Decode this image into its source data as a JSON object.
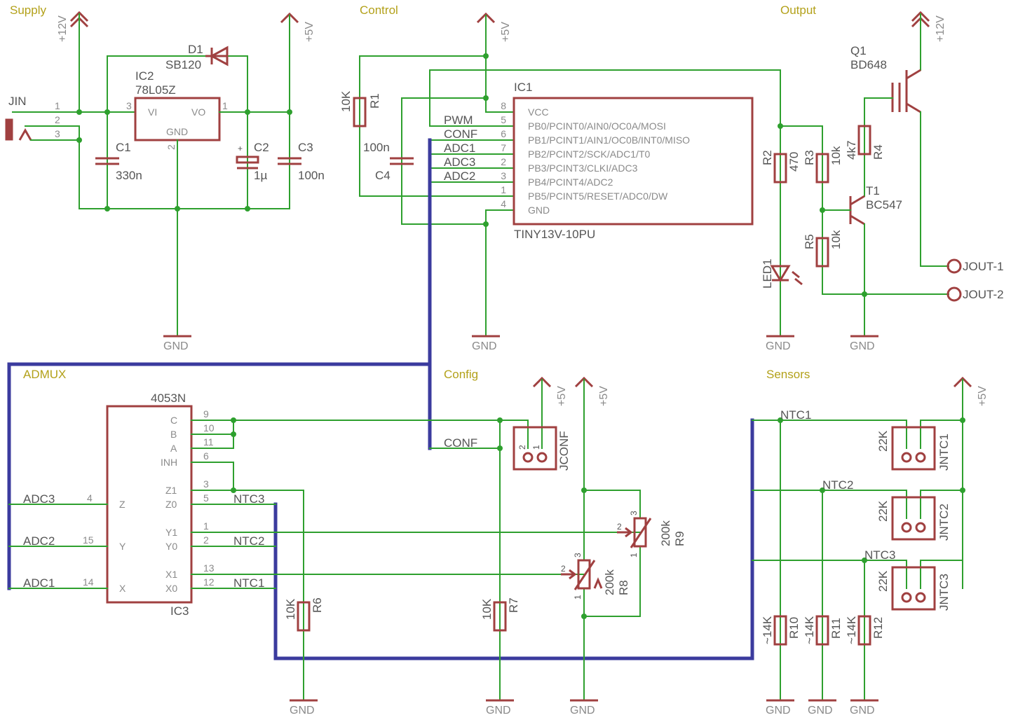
{
  "sections": {
    "supply": "Supply",
    "control": "Control",
    "output": "Output",
    "admux": "ADMUX",
    "config": "Config",
    "sensors": "Sensors"
  },
  "power": {
    "v12": "+12V",
    "v5": "+5V",
    "gnd": "GND"
  },
  "supply": {
    "jin": "JIN",
    "jin_pins": [
      "1",
      "2",
      "3"
    ],
    "d1": "D1",
    "d1_val": "SB120",
    "ic2": "IC2",
    "ic2_val": "78L05Z",
    "ic2_vi": "VI",
    "ic2_vo": "VO",
    "ic2_gnd": "GND",
    "ic2_p1": "1",
    "ic2_p2": "2",
    "ic2_p3": "3",
    "c1": "C1",
    "c1_val": "330n",
    "c2": "C2",
    "c2_val": "1µ",
    "c3": "C3",
    "c3_val": "100n"
  },
  "control": {
    "ic1": "IC1",
    "ic1_val": "TINY13V-10PU",
    "pins": [
      {
        "num": "8",
        "name": "VCC",
        "net": ""
      },
      {
        "num": "5",
        "name": "PB0/PCINT0/AIN0/OC0A/MOSI",
        "net": "PWM"
      },
      {
        "num": "6",
        "name": "PB1/PCINT1/AIN1/OC0B/INT0/MISO",
        "net": "CONF"
      },
      {
        "num": "7",
        "name": "PB2/PCINT2/SCK/ADC1/T0",
        "net": "ADC1"
      },
      {
        "num": "2",
        "name": "PB3/PCINT3/CLKI/ADC3",
        "net": "ADC3"
      },
      {
        "num": "3",
        "name": "PB4/PCINT4/ADC2",
        "net": "ADC2"
      },
      {
        "num": "1",
        "name": "PB5/PCINT5/RESET/ADC0/DW",
        "net": ""
      },
      {
        "num": "4",
        "name": "GND",
        "net": ""
      }
    ],
    "r1": "R1",
    "r1_val": "10K",
    "c4": "C4",
    "c4_val": "100n"
  },
  "output": {
    "q1": "Q1",
    "q1_val": "BD648",
    "t1": "T1",
    "t1_val": "BC547",
    "r2": "R2",
    "r2_val": "470",
    "r3": "R3",
    "r3_val": "10k",
    "r4": "R4",
    "r4_val": "4k7",
    "r5": "R5",
    "r5_val": "10k",
    "led1": "LED1",
    "jout1": "JOUT-1",
    "jout2": "JOUT-2"
  },
  "admux": {
    "ic3": "IC3",
    "ic3_val": "4053N",
    "right_pins": [
      {
        "num": "9",
        "name": "C"
      },
      {
        "num": "10",
        "name": "B"
      },
      {
        "num": "11",
        "name": "A"
      },
      {
        "num": "6",
        "name": "INH"
      },
      {
        "num": "3",
        "name": "Z1"
      },
      {
        "num": "5",
        "name": "Z0"
      },
      {
        "num": "1",
        "name": "Y1"
      },
      {
        "num": "2",
        "name": "Y0"
      },
      {
        "num": "13",
        "name": "X1"
      },
      {
        "num": "12",
        "name": "X0"
      }
    ],
    "left_pins": [
      {
        "num": "4",
        "name": "Z",
        "net": "ADC3"
      },
      {
        "num": "15",
        "name": "Y",
        "net": "ADC2"
      },
      {
        "num": "14",
        "name": "X",
        "net": "ADC1"
      }
    ],
    "ntc_nets": [
      "NTC3",
      "NTC2",
      "NTC1"
    ],
    "r6": "R6",
    "r6_val": "10K"
  },
  "config": {
    "conf_net": "CONF",
    "jconf": "JCONF",
    "r7": "R7",
    "r7_val": "10K",
    "r8": "R8",
    "r8_val": "200k",
    "r9": "R9",
    "r9_val": "200k",
    "pins": {
      "p1": "1",
      "p2": "2",
      "p3": "3"
    }
  },
  "sensors": {
    "nets": [
      "NTC1",
      "NTC2",
      "NTC3"
    ],
    "connectors": [
      "JNTC1",
      "JNTC2",
      "JNTC3"
    ],
    "pullup_val": "22K",
    "resistors": [
      {
        "ref": "R10",
        "val": "~14K"
      },
      {
        "ref": "R11",
        "val": "~14K"
      },
      {
        "ref": "R12",
        "val": "~14K"
      }
    ]
  }
}
